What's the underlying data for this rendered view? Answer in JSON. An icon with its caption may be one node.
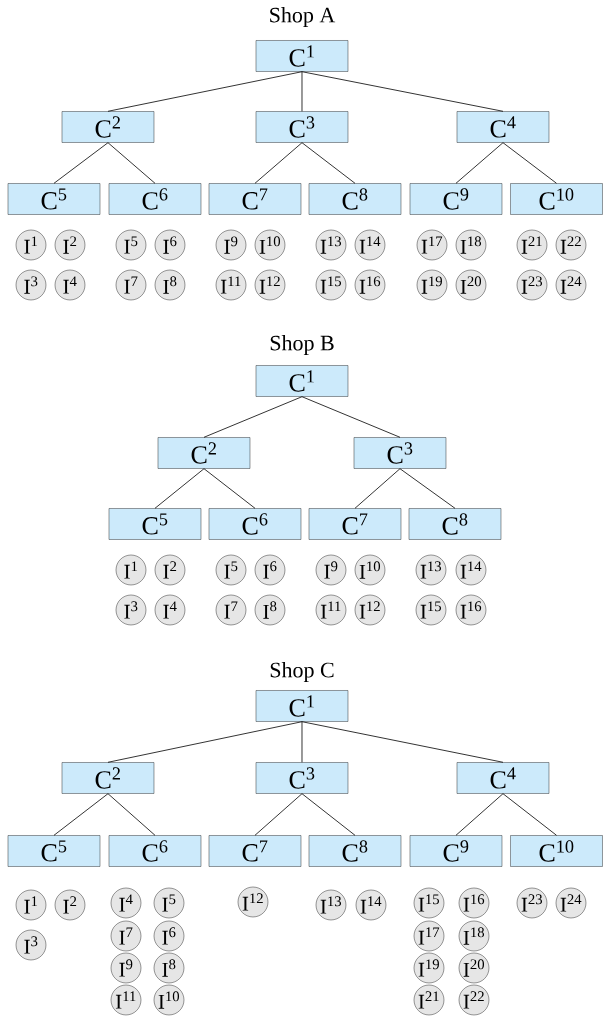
{
  "diagram": {
    "nodes": [
      {
        "text": [
          "C$^{1}$"
        ]
      },
      {
        "text": [
          "C$^{2}$"
        ]
      },
      {
        "text": [
          "C$^{3}$"
        ]
      },
      {
        "text": [
          "C$^{4}$"
        ]
      },
      {
        "text": [
          "C$^{5}$"
        ]
      },
      {
        "text": [
          "C$^{6}$"
        ]
      },
      {
        "text": [
          "C$^{7}$"
        ]
      },
      {
        "text": [
          "C$^{8}$"
        ]
      },
      {
        "text": [
          "C$^{9}$"
        ]
      },
      {
        "text": [
          "C$^{10}$"
        ]
      },
      {
        "text": [
          "I$^{1}$"
        ]
      },
      {
        "text": [
          "I$^{2}$"
        ]
      },
      {
        "text": [
          "I$^{3}$"
        ]
      },
      {
        "text": [
          "I$^{4}$"
        ]
      },
      {
        "text": [
          "I$^{5}$"
        ]
      },
      {
        "text": [
          "I$^{6}$"
        ]
      },
      {
        "text": [
          "I$^{7}$"
        ]
      },
      {
        "text": [
          "I$^{8}$"
        ]
      },
      {
        "text": [
          "I$^{9}$"
        ]
      },
      {
        "text": [
          "I$^{10}$"
        ]
      },
      {
        "text": [
          "I$^{11}$"
        ]
      },
      {
        "text": [
          "I$^{12}$"
        ]
      },
      {
        "text": [
          "I$^{13}$"
        ]
      },
      {
        "text": [
          "I$^{14}$"
        ]
      },
      {
        "text": [
          "I$^{15}$"
        ]
      },
      {
        "text": [
          "I$^{16}$"
        ]
      },
      {
        "text": [
          "I$^{17}$"
        ]
      },
      {
        "text": [
          "I$^{18}$"
        ]
      },
      {
        "text": [
          "I$^{19}$"
        ]
      },
      {
        "text": [
          "I$^{20}$"
        ]
      },
      {
        "text": [
          "I$^{21}$"
        ]
      },
      {
        "text": [
          "I$^{22}$"
        ]
      },
      {
        "text": [
          "I$^{23}$"
        ]
      },
      {
        "text": [
          "I$^{24}$"
        ]
      },
      {
        "text": [
          "C$^{1}$"
        ]
      },
      {
        "text": [
          "C$^{2}$"
        ]
      },
      {
        "text": [
          "C$^{3}$"
        ]
      },
      {
        "text": [
          "C$^{5}$"
        ]
      },
      {
        "text": [
          "C$^{6}$"
        ]
      },
      {
        "text": [
          "C$^{7}$"
        ]
      },
      {
        "text": [
          "C$^{8}$"
        ]
      },
      {
        "text": [
          "I$^{1}$"
        ]
      },
      {
        "text": [
          "I$^{2}$"
        ]
      },
      {
        "text": [
          "I$^{3}$"
        ]
      },
      {
        "text": [
          "I$^{4}$"
        ]
      },
      {
        "text": [
          "I$^{5}$"
        ]
      },
      {
        "text": [
          "I$^{6}$"
        ]
      },
      {
        "text": [
          "I$^{7}$"
        ]
      },
      {
        "text": [
          "I$^{8}$"
        ]
      },
      {
        "text": [
          "I$^{9}$"
        ]
      },
      {
        "text": [
          "I$^{10}$"
        ]
      },
      {
        "text": [
          "I$^{11}$"
        ]
      },
      {
        "text": [
          "I$^{12}$"
        ]
      },
      {
        "text": [
          "I$^{13}$"
        ]
      },
      {
        "text": [
          "I$^{14}$"
        ]
      },
      {
        "text": [
          "I$^{15}$"
        ]
      },
      {
        "text": [
          "I$^{16}$"
        ]
      },
      {
        "text": [
          "C$^{1}$"
        ]
      },
      {
        "text": [
          "C$^{2}$"
        ]
      },
      {
        "text": [
          "C$^{3}$"
        ]
      },
      {
        "text": [
          "C$^{4}$"
        ]
      },
      {
        "text": [
          "C$^{5}$"
        ]
      },
      {
        "text": [
          "C$^{6}$"
        ]
      },
      {
        "text": [
          "C$^{7}$"
        ]
      },
      {
        "text": [
          "C$^{8}$"
        ]
      },
      {
        "text": [
          "C$^{9}$"
        ]
      },
      {
        "text": [
          "C$^{10}$"
        ]
      },
      {
        "text": [
          "I$^{1}$"
        ]
      },
      {
        "text": [
          "I$^{2}$"
        ]
      },
      {
        "text": [
          "I$^{3}$"
        ]
      },
      {
        "text": [
          "I$^{4}$"
        ]
      },
      {
        "text": [
          "I$^{5}$"
        ]
      },
      {
        "text": [
          "I$^{7}$"
        ]
      },
      {
        "text": [
          "I$^{6}$"
        ]
      },
      {
        "text": [
          "I$^{9}$"
        ]
      },
      {
        "text": [
          "I$^{8}$"
        ]
      },
      {
        "text": [
          "I$^{11}$"
        ]
      },
      {
        "text": [
          "I$^{10}$"
        ]
      },
      {
        "text": [
          "I$^{12}$"
        ]
      },
      {
        "text": [
          "I$^{13}$"
        ]
      },
      {
        "text": [
          "I$^{14}$"
        ]
      },
      {
        "text": [
          "I$^{15}$"
        ]
      },
      {
        "text": [
          "I$^{16}$"
        ]
      },
      {
        "text": [
          "I$^{17}$"
        ]
      },
      {
        "text": [
          "I$^{18}$"
        ]
      },
      {
        "text": [
          "I$^{19}$"
        ]
      },
      {
        "text": [
          "I$^{20}$"
        ]
      },
      {
        "text": [
          "I$^{21}$"
        ]
      },
      {
        "text": [
          "I$^{22}$"
        ]
      },
      {
        "text": [
          "I$^{23}$"
        ]
      },
      {
        "text": [
          "I$^{24}$"
        ]
      }
    ],
    "edges": [
      {
        "from": 0,
        "to": 1,
        "arrow": "none"
      },
      {
        "from": 0,
        "to": 2,
        "arrow": "none"
      },
      {
        "from": 0,
        "to": 3,
        "arrow": "none"
      },
      {
        "from": 1,
        "to": 4,
        "arrow": "none"
      },
      {
        "from": 1,
        "to": 5,
        "arrow": "none"
      },
      {
        "from": 2,
        "to": 6,
        "arrow": "none"
      },
      {
        "from": 2,
        "to": 7,
        "arrow": "none"
      },
      {
        "from": 3,
        "to": 8,
        "arrow": "none"
      },
      {
        "from": 3,
        "to": 9,
        "arrow": "none"
      },
      {
        "from": 34,
        "to": 35,
        "arrow": "none"
      },
      {
        "from": 34,
        "to": 36,
        "arrow": "none"
      },
      {
        "from": 35,
        "to": 37,
        "arrow": "none"
      },
      {
        "from": 35,
        "to": 38,
        "arrow": "none"
      },
      {
        "from": 36,
        "to": 39,
        "arrow": "none"
      },
      {
        "from": 36,
        "to": 40,
        "arrow": "none"
      },
      {
        "from": 57,
        "to": 58,
        "arrow": "none"
      },
      {
        "from": 57,
        "to": 59,
        "arrow": "none"
      },
      {
        "from": 57,
        "to": 60,
        "arrow": "none"
      },
      {
        "from": 58,
        "to": 61,
        "arrow": "none"
      },
      {
        "from": 58,
        "to": 62,
        "arrow": "none"
      },
      {
        "from": 59,
        "to": 63,
        "arrow": "none"
      },
      {
        "from": 59,
        "to": 64,
        "arrow": "none"
      },
      {
        "from": 60,
        "to": 65,
        "arrow": "none"
      },
      {
        "from": 60,
        "to": 66,
        "arrow": "none"
      }
    ],
    "labels": [
      "Shop A",
      "Shop B",
      "Shop C"
    ]
  }
}
